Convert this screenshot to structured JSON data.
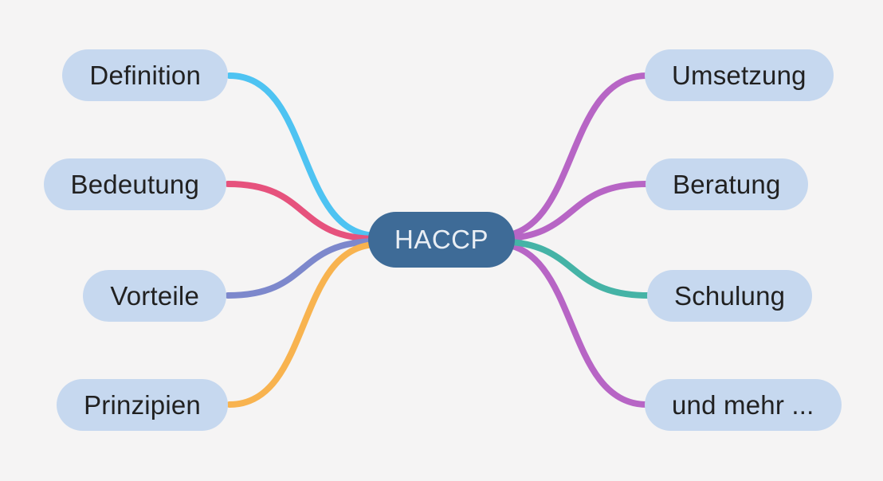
{
  "background": "#f5f4f4",
  "center": {
    "label": "HACCP",
    "fill": "#3e6b97",
    "text_color": "#e9eef4"
  },
  "node_style": {
    "fill": "#c6d8ef",
    "text_color": "#212121"
  },
  "branches": {
    "left": [
      {
        "label": "Definition",
        "line_color": "#4ec3f2"
      },
      {
        "label": "Bedeutung",
        "line_color": "#e6527d"
      },
      {
        "label": "Vorteile",
        "line_color": "#7d88cc"
      },
      {
        "label": "Prinzipien",
        "line_color": "#f8b34f"
      }
    ],
    "right": [
      {
        "label": "Umsetzung",
        "line_color": "#b765c5"
      },
      {
        "label": "Beratung",
        "line_color": "#b765c5"
      },
      {
        "label": "Schulung",
        "line_color": "#45b3a6"
      },
      {
        "label": "und mehr ...",
        "line_color": "#b765c5"
      }
    ]
  }
}
